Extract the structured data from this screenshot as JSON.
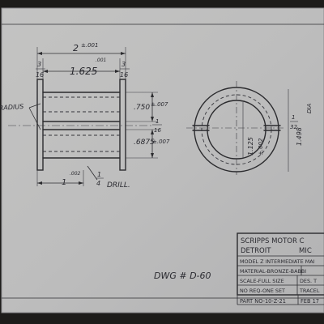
{
  "drawing": {
    "dim_overall_length": "2",
    "dim_overall_tol": "±.001",
    "dim_inner_tol": ".001",
    "dim_inner_length": "1.625",
    "flange_left_num": "3",
    "flange_left_den": "16",
    "flange_right_num": "3",
    "flange_right_den": "16",
    "radius_note": "RADIUS",
    "dia_outer": ".750",
    "dia_outer_tol": "±.007",
    "center_num": "1",
    "center_den": "16",
    "dia_bore": ".6875",
    "dia_bore_tol": "±.007",
    "bottom_tol": ".002",
    "bottom_length": "1",
    "drill_num": "1",
    "drill_den": "4",
    "drill_label": "DRILL.",
    "ring_dia_inner": "1.125",
    "ring_dia_inner_tol": "±.002",
    "ring_dia_outer": "1.498",
    "ring_dia_unit": "DIA",
    "ring_gap_num": "1",
    "ring_gap_den": "32",
    "dwg_number": "DWG # D-60"
  },
  "title_block": {
    "company_line1": "SCRIPPS MOTOR C",
    "company_line2_left": "DETROIT",
    "company_line2_right": "MIC",
    "part_desc": "MODEL Z INTERMEDIATE MAI",
    "material": "MATERIAL-BRONZE-BABBI",
    "scale": "SCALE-FULL SIZE",
    "designed_by": "DES. T",
    "req": "NO REQ-ONE SET",
    "traced": "TRACEL",
    "part_no": "PART NO-10-Z-21",
    "date": "FEB 17"
  }
}
